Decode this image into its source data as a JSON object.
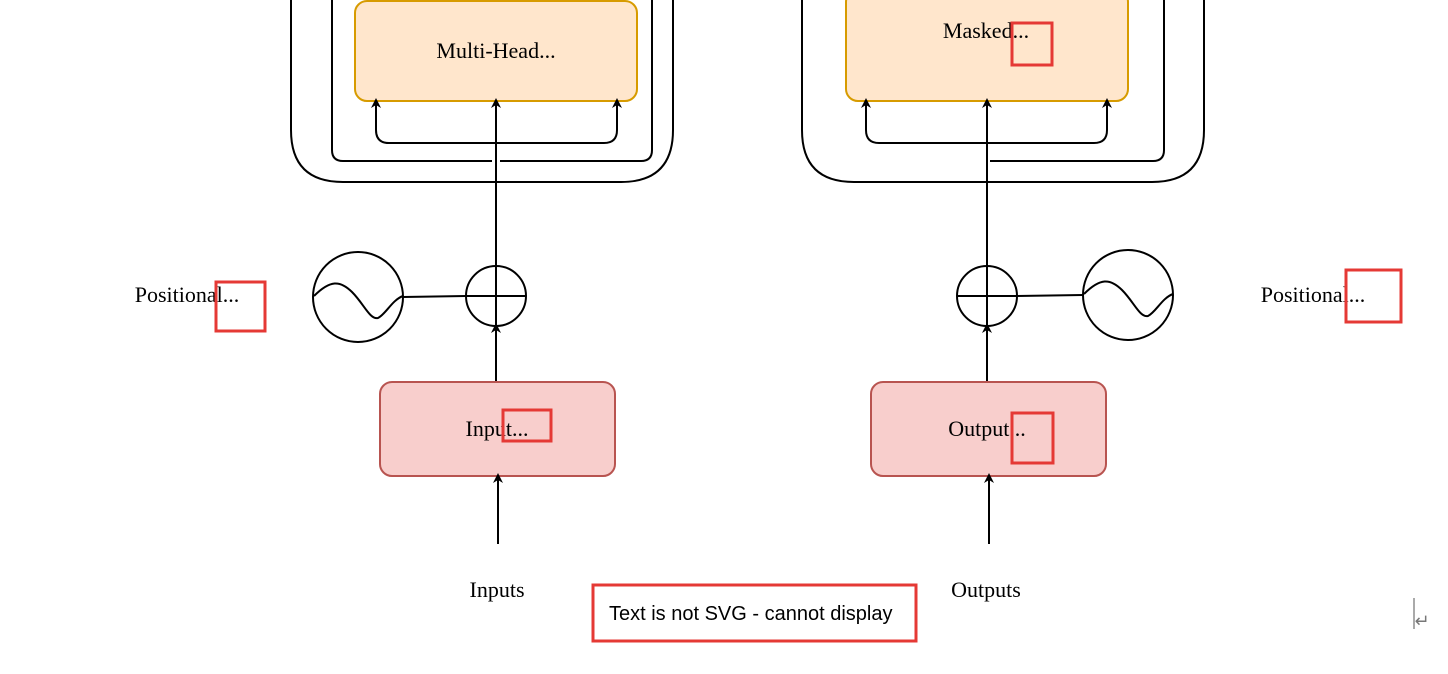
{
  "encoder": {
    "attention_label": "Multi-Head...",
    "embedding_label": "Input...",
    "positional_label": "Positional...",
    "source_label": "Inputs"
  },
  "decoder": {
    "attention_label": "Masked...",
    "embedding_label": "Output...",
    "positional_label": "Positional...",
    "source_label": "Outputs"
  },
  "notice": {
    "text": "Text is not SVG - cannot display"
  },
  "colors": {
    "attention_fill": "#ffe6cc",
    "attention_stroke": "#d79b00",
    "embedding_fill": "#f8cecc",
    "embedding_stroke": "#b85450",
    "marker_red": "#e53935"
  },
  "icons": {
    "pilcrow": "↵"
  }
}
